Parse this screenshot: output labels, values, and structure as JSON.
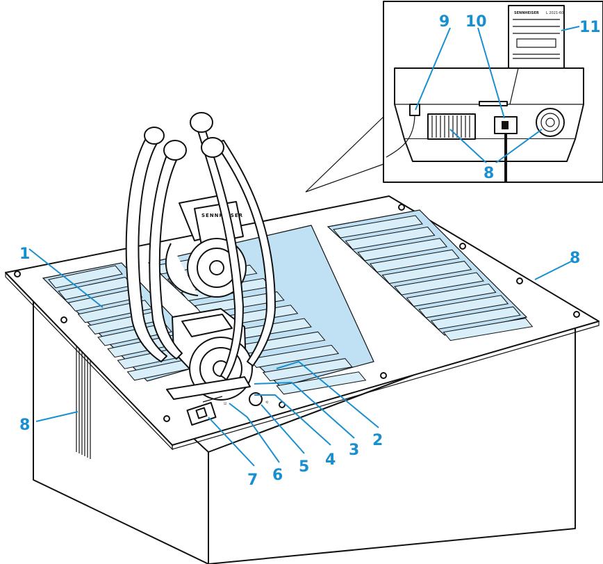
{
  "callouts": {
    "c1": "1",
    "c2": "2",
    "c3": "3",
    "c4": "4",
    "c5": "5",
    "c6": "6",
    "c7": "7",
    "c8a": "8",
    "c8b": "8",
    "c8c": "8",
    "c9": "9",
    "c10": "10",
    "c11": "11"
  },
  "device": {
    "brand": "SENNHEISER",
    "label_brand": "SENNHEISER",
    "label_model": "L 2021-60"
  },
  "colors": {
    "callout": "#1a8fd0",
    "tray_slot": "#bfe1f3",
    "line": "#111111"
  }
}
